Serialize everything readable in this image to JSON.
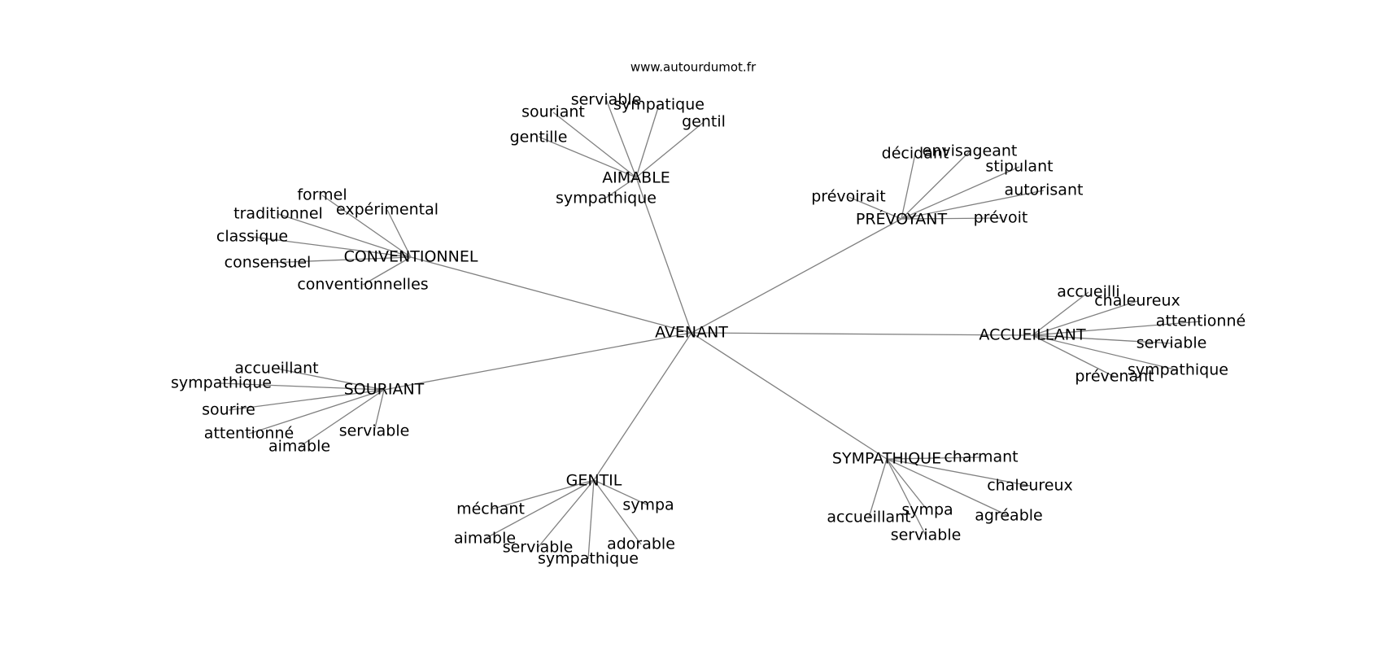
{
  "source": "www.autourdumot.fr",
  "graph": {
    "center": "AVENANT",
    "groups": [
      {
        "label": "AIMABLE",
        "words": [
          "sympathique",
          "gentille",
          "souriant",
          "serviable",
          "sympatique",
          "gentil"
        ]
      },
      {
        "label": "PRÉVOYANT",
        "words": [
          "prévoirait",
          "décidant",
          "envisageant",
          "stipulant",
          "autorisant",
          "prévoit"
        ]
      },
      {
        "label": "CONVENTIONNEL",
        "words": [
          "formel",
          "expérimental",
          "traditionnel",
          "classique",
          "consensuel",
          "conventionnelles"
        ]
      },
      {
        "label": "ACCUEILLANT",
        "words": [
          "accueilli",
          "chaleureux",
          "attentionné",
          "serviable",
          "sympathique",
          "prévenant"
        ]
      },
      {
        "label": "SOURIANT",
        "words": [
          "accueillant",
          "sympathique",
          "sourire",
          "attentionné",
          "aimable",
          "serviable"
        ]
      },
      {
        "label": "SYMPATHIQUE",
        "words": [
          "charmant",
          "chaleureux",
          "agréable",
          "sympa",
          "serviable",
          "accueillant"
        ]
      },
      {
        "label": "GENTIL",
        "words": [
          "méchant",
          "aimable",
          "serviable",
          "sympathique",
          "adorable",
          "sympa"
        ]
      }
    ]
  }
}
